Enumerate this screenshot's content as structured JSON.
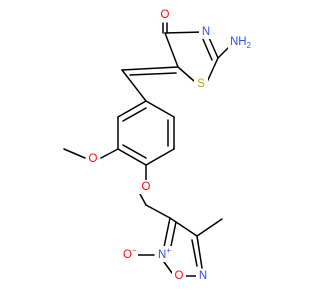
{
  "molecule": {
    "atom_labels": {
      "carbonyl_oxygen": "O",
      "ring_nitrogen": "N",
      "amine": "NH",
      "amine_subscript": "2",
      "ring_sulfur": "S",
      "methoxy_oxygen": "O",
      "ether_oxygen": "O",
      "noxide_oxygen": "O",
      "noxide_oxygen_charge": "−",
      "noxide_nitrogen": "N",
      "noxide_nitrogen_charge": "+",
      "furazan_oxygen": "O",
      "furazan_nitrogen": "N"
    },
    "colors": {
      "oxygen": "#ff0d0d",
      "nitrogen": "#3050f8",
      "sulfur": "#b8a800",
      "carbon": "#000000"
    }
  }
}
